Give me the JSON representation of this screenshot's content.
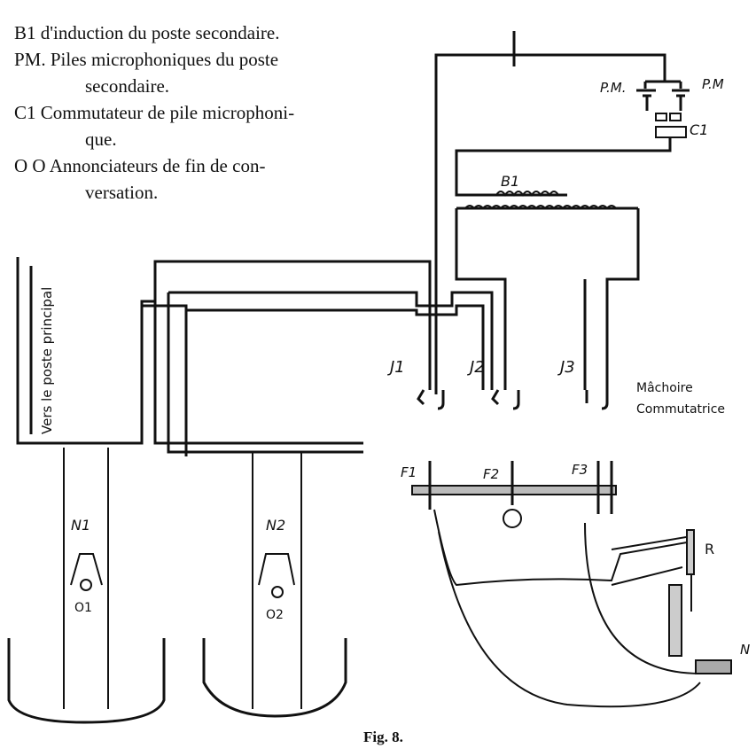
{
  "legend": [
    {
      "key": "B1",
      "text": "d'induction du poste secondaire."
    },
    {
      "key": "PM.",
      "text": "Piles microphoniques du poste",
      "cont": "secondaire."
    },
    {
      "key": "C1",
      "text": "Commutateur de pile microphoni-",
      "cont": "que."
    },
    {
      "key": "O O",
      "text": "Annonciateurs de fin de con-",
      "cont": "versation."
    }
  ],
  "labels": {
    "pm_left": "P.M.",
    "pm_right": "P.M",
    "c1": "C1",
    "b1": "B1",
    "j1": "J1",
    "j2": "J2",
    "j3": "J3",
    "machoire_1": "Mâchoire",
    "machoire_2": "Commutatrice",
    "vers": "Vers le poste principal",
    "n1": "N1",
    "n2": "N2",
    "o1": "O1",
    "o2": "O2",
    "f1": "F1",
    "f2": "F2",
    "f3": "F3",
    "r": "R",
    "n": "N"
  },
  "caption": "Fig. 8."
}
